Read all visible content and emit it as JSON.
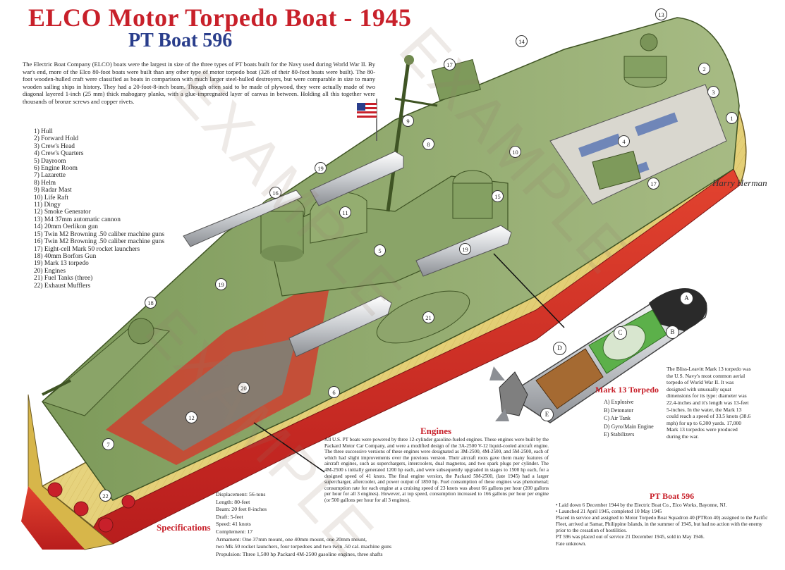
{
  "title": "ELCO Motor Torpedo Boat - 1945",
  "subtitle": "PT Boat 596",
  "intro": "The Electric Boat Company (ELCO) boats were the largest in size of the three types of PT boats built for the Navy used during World War II. By war's end, more of the Elco 80-foot boats were built than any other type of motor torpedo boat (326 of their 80-foot boats were built). The 80-foot wooden-hulled craft were classified as boats in comparison with much larger steel-hulled destroyers, but were comparable in size to many wooden sailing ships in history. They had a 20-foot-8-inch beam. Though often said to be made of plywood, they were actually made of two diagonal layered 1-inch (25 mm) thick mahogany planks, with a glue-impregnated layer of canvas in between. Holding all this together were thousands of bronze screws and copper rivets.",
  "legend": [
    "1) Hull",
    "2) Forward Hold",
    "3) Crew's Head",
    "4) Crew's Quarters",
    "5) Dayroom",
    "6) Engine Room",
    "7) Lazarette",
    "8) Helm",
    "9) Radar Mast",
    "10) Life Raft",
    "11) Dingy",
    "12) Smoke Generator",
    "13) M4 37mm automatic cannon",
    "14) 20mm Oerlikon gun",
    "15) Twin M2 Browning .50 caliber machine guns",
    "16) Twin M2 Browning .50 caliber machine guns",
    "17) Eight-cell Mark 50 rocket launchers",
    "18) 40mm Borfors Gun",
    "19) Mark 13 torpedo",
    "20) Engines",
    "21) Fuel Tanks (three)",
    "22) Exhaust Mufflers"
  ],
  "engines": {
    "title": "Engines",
    "text": "All U.S. PT boats were powered by three 12-cylinder gasoline-fueled engines. These engines were built by the Packard Motor Car Company, and were a modified design of the 3A-2500 V-12 liquid-cooled aircraft engine. The three successive versions of these engines were designated as 3M-2500, 4M-2500, and 5M-2500, each of which had slight improvements over the previous version. Their aircraft roots gave them many features of aircraft engines, such as superchargers, intercoolers, dual magnetos, and two spark plugs per cylinder. The 4M-2500 s initially generated 1200 hp each, and were subsequently upgraded in stages to 1500 hp each, for a designed speed of 41 knots. The final engine version, the Packard 5M-2500, (late 1945) had a larger supercharger, aftercooler, and power output of 1850 hp. Fuel consumption of these engines was phenomenal; consumption rate for each engine at a cruising speed of 23 knots was about 66 gallons per hour (200 gallons per hour for all 3 engines). However, at top speed, consumption increased to 166 gallons per hour per engine (or 500 gallons per hour for all 3 engines)."
  },
  "specifications": {
    "title": "Specifications",
    "items": [
      "Displacement: 56-tons",
      "Length: 80-feet",
      "Beam: 20 feet 8-inches",
      "Draft: 5-feet",
      "Speed: 41 knots",
      "Complement: 17",
      "Armament: One 37mm mount, one 40mm mount, one 20mm mount,",
      "two Mk 50 rocket launchers, four torpedoes and two twin .50 cal. machine guns",
      "Propulsion: Three 1,500 hp Packard 4M-2500 gasoline engines, three shafts"
    ]
  },
  "torpedo": {
    "title": "Mark 13 Torpedo",
    "parts": [
      "A) Explosive",
      "B) Detonator",
      "C) Air Tank",
      "D) Gyro/Main Engine",
      "E) Stabilizers"
    ],
    "description": "The Bliss-Leavitt Mark 13 torpedo was the U.S. Navy's most common aerial torpedo of World War II. It was designed with unusually squat dimensions for its type: diameter was 22.4-inches and it's length was 13-feet 5-inches. In the water, the Mark 13 could reach a speed of 33.5 knots (38.6 mph) for up to 6,300 yards. 17,000 Mark 13 torpedos were produced during the war."
  },
  "pt_boat": {
    "title": "PT Boat 596",
    "lines": [
      "• Laid down 6 December 1944 by the Electric Boat Co., Elco Works, Bayonne, NJ.",
      "• Launched 21 April 1945, completed 10 May 1945",
      "Placed in service and assigned to Motor Torpedo Boat Squadron 40 (PTRon 40) assigned to the Pacific Fleet, arrived at Samar, Philippine Islands, in the summer of 1945, but had no action with the enemy prior to the cessation of hostilities.",
      "PT 596 was placed out of service 21 December 1945, sold in May 1946.",
      "Fate unknown."
    ]
  },
  "boat_callouts": [
    "1",
    "2",
    "3",
    "4",
    "5",
    "6",
    "7",
    "8",
    "9",
    "10",
    "11",
    "12",
    "13",
    "14",
    "15",
    "16",
    "17",
    "17",
    "18",
    "19",
    "19",
    "19",
    "20",
    "21",
    "22"
  ],
  "torpedo_callouts": [
    "A",
    "B",
    "C",
    "D",
    "E"
  ],
  "watermark": "EXAMPLE",
  "signature": "Harry Herman",
  "colors": {
    "title_red": "#c8202a",
    "subtitle_blue": "#2a3e8c",
    "deck_green": "#8fa86a",
    "hull_red": "#d3302b",
    "hull_yellow": "#e9d77a",
    "torpedo_gray": "#b9bcbf"
  }
}
